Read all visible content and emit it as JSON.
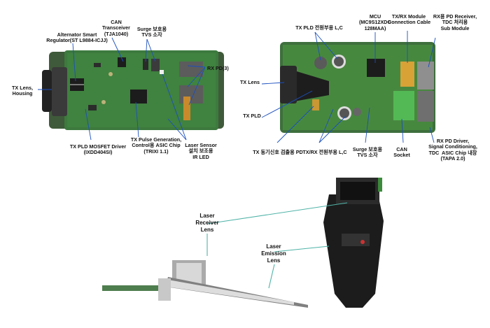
{
  "left_board": {
    "labels": {
      "alternator": "Alternator Smart\nRegulator(ST L9884-ICJJ)",
      "can_transceiver": "CAN\nTransceiver\n(TJA1040)",
      "surge_tvs": "Surge 보호용\nTVS 소자",
      "rx_pd": "RX PD(3)",
      "tx_lens_housing": "TX Lens,\nHousing",
      "tx_pld_mosfet": "TX PLD MOSFET Driver\n(IXDD404SI)",
      "tx_pulse_asic": "TX Pulse Generation,\nControl용 ASIC Chip\n(TRIXI 1.1)",
      "laser_sensor": "Laser Sensor\n설치 보조용\nIR LED"
    }
  },
  "right_board": {
    "labels": {
      "tx_pld_lc": "TX PLD 전원부용 L,C",
      "mcu": "MCU\n(MC9S12XDG\n128MAA)",
      "txrx_module_cable": "TX/RX Module\nConnection Cable",
      "rx_pd_receiver": "RX용 PD Receiver,\nTDC 처리용\nSub Module",
      "tx_lens": "TX Lens",
      "tx_pld": "TX PLD",
      "tx_sync_pd": "TX 동기신호 검출용 PD",
      "txrx_lc": "TX/RX 전원부용 L,C",
      "surge_tvs": "Surge 보호용\nTVS 소자",
      "can_socket": "CAN\nSocket",
      "rx_pd_driver": "RX PD Driver,\nSignal Conditioning,\nTDC  ASIC Chip 내장\n(TAPA 2.0)"
    }
  },
  "bottom_photo": {
    "labels": {
      "laser_receiver_lens": "Laser\nReceiver\nLens",
      "laser_emission_lens": "Laser\nEmission\nLens"
    }
  }
}
